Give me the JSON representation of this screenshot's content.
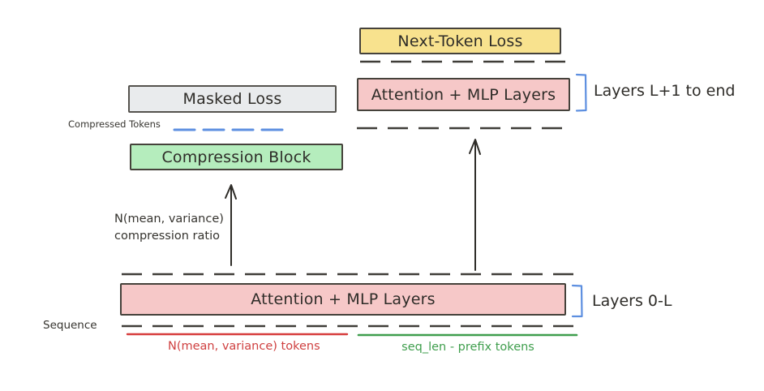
{
  "diagram": {
    "boxes": {
      "next_token_loss": {
        "label": "Next-Token Loss",
        "fill": "#f8e28e"
      },
      "attention_top": {
        "label": "Attention + MLP Layers",
        "fill": "#f6c8c8"
      },
      "masked_loss": {
        "label": "Masked Loss",
        "fill": "#e9ebed"
      },
      "compression_block": {
        "label": "Compression Block",
        "fill": "#b5edbd"
      },
      "attention_bottom": {
        "label": "Attention + MLP Layers",
        "fill": "#f6c8c8"
      }
    },
    "labels": {
      "layers_top": "Layers L+1 to end",
      "layers_bottom": "Layers 0-L",
      "compressed_tokens": "Compressed Tokens",
      "sequence": "Sequence",
      "compression_annotation_line1": "N(mean, variance)",
      "compression_annotation_line2": "compression ratio",
      "red_span_label": "N(mean, variance) tokens",
      "green_span_label": "seq_len - prefix tokens"
    },
    "colors": {
      "box_border": "#45423b",
      "dash_dark": "#3f3d38",
      "blue_accent": "#5d8fe0",
      "red_accent": "#d63c3c",
      "green_accent": "#3f9e4d"
    }
  }
}
